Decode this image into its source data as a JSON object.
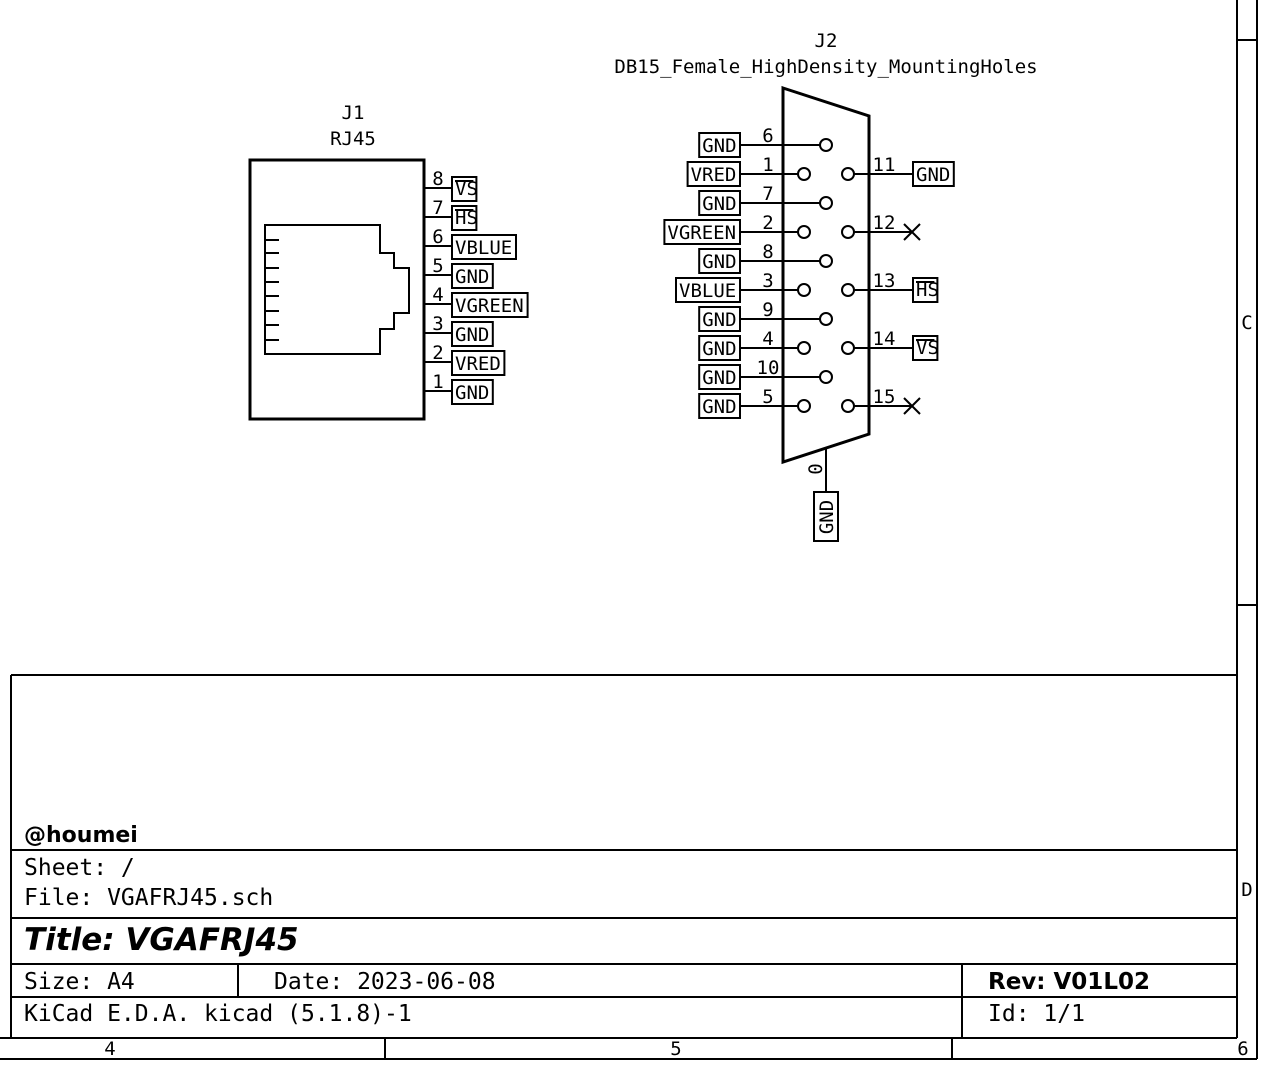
{
  "colors": {
    "ink": "#000000",
    "paper": "#ffffff"
  },
  "j1": {
    "reference": "J1",
    "value": "RJ45",
    "pins": [
      {
        "num": "8",
        "net": "VS",
        "overbar": true
      },
      {
        "num": "7",
        "net": "HS",
        "overbar": true
      },
      {
        "num": "6",
        "net": "VBLUE",
        "overbar": false
      },
      {
        "num": "5",
        "net": "GND",
        "overbar": false
      },
      {
        "num": "4",
        "net": "VGREEN",
        "overbar": false
      },
      {
        "num": "3",
        "net": "GND",
        "overbar": false
      },
      {
        "num": "2",
        "net": "VRED",
        "overbar": false
      },
      {
        "num": "1",
        "net": "GND",
        "overbar": false
      }
    ]
  },
  "j2": {
    "reference": "J2",
    "value": "DB15_Female_HighDensity_MountingHoles",
    "left_pins": [
      {
        "num": "6",
        "net": "GND",
        "inner": true
      },
      {
        "num": "1",
        "net": "VRED",
        "inner": false
      },
      {
        "num": "7",
        "net": "GND",
        "inner": true
      },
      {
        "num": "2",
        "net": "VGREEN",
        "inner": false
      },
      {
        "num": "8",
        "net": "GND",
        "inner": true
      },
      {
        "num": "3",
        "net": "VBLUE",
        "inner": false
      },
      {
        "num": "9",
        "net": "GND",
        "inner": true
      },
      {
        "num": "4",
        "net": "GND",
        "inner": false
      },
      {
        "num": "10",
        "net": "GND",
        "inner": true
      },
      {
        "num": "5",
        "net": "GND",
        "inner": false
      }
    ],
    "right_pins": [
      {
        "num": "11",
        "net": "GND",
        "overbar": false,
        "no_connect": false
      },
      {
        "num": "12",
        "net": "",
        "overbar": false,
        "no_connect": true
      },
      {
        "num": "13",
        "net": "HS",
        "overbar": true,
        "no_connect": false
      },
      {
        "num": "14",
        "net": "VS",
        "overbar": true,
        "no_connect": false
      },
      {
        "num": "15",
        "net": "",
        "overbar": false,
        "no_connect": true
      }
    ],
    "mount_pin": {
      "num": "0",
      "net": "GND"
    }
  },
  "border": {
    "row_labels": [
      "C",
      "D"
    ],
    "col_labels": [
      "4",
      "5",
      "6"
    ]
  },
  "title_block": {
    "company": "@houmei",
    "sheet": "Sheet: /",
    "file": "File: VGAFRJ45.sch",
    "title": "Title: VGAFRJ45",
    "size": "Size: A4",
    "date": "Date: 2023-06-08",
    "rev": "Rev: V01L02",
    "tool": "KiCad E.D.A.  kicad (5.1.8)-1",
    "id": "Id: 1/1"
  }
}
